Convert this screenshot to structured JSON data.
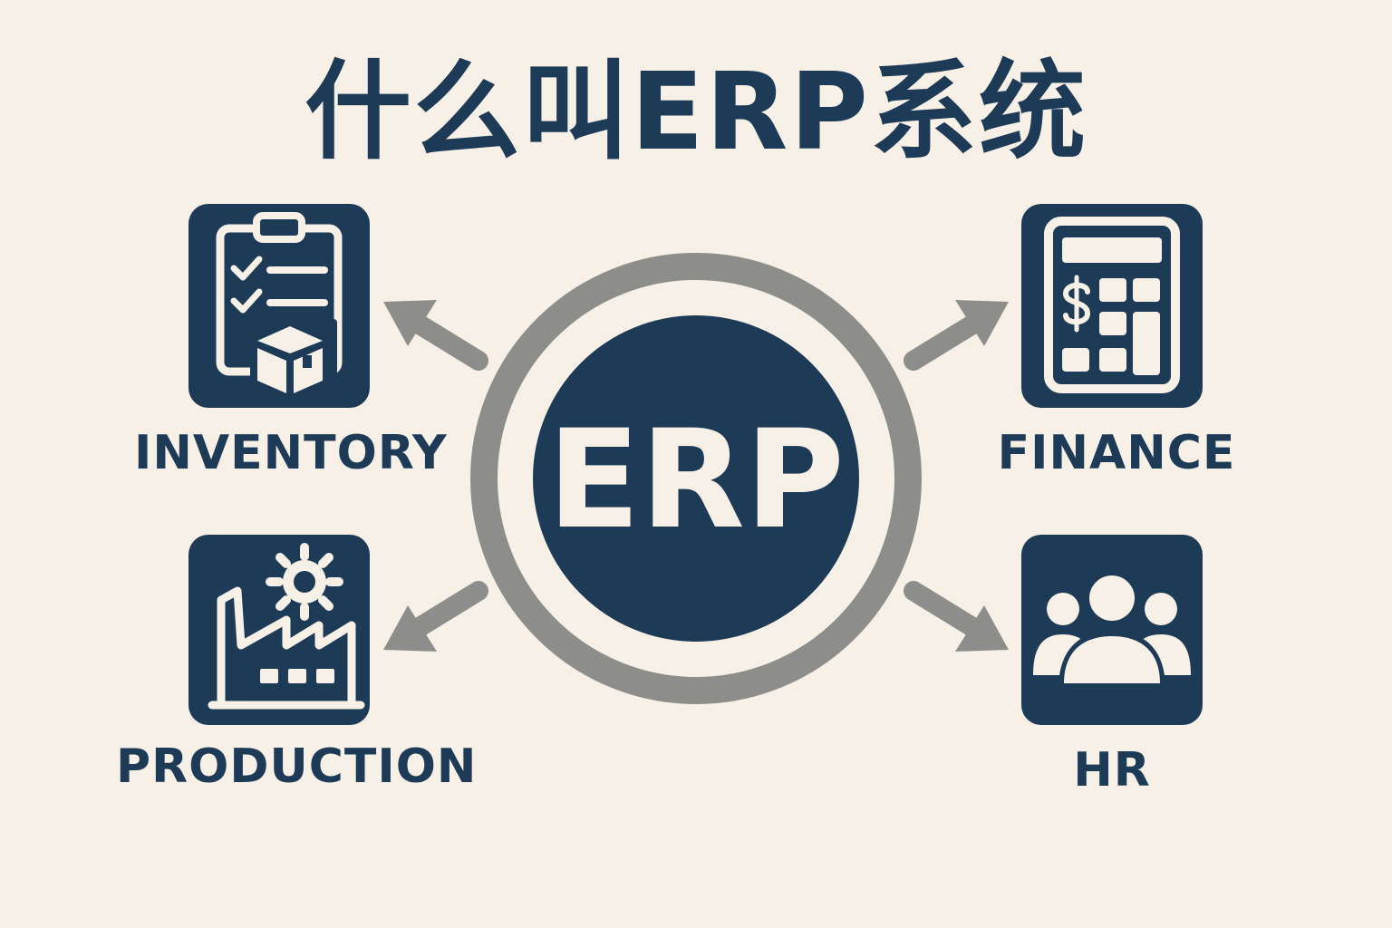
{
  "title": "什么叫ERP系统",
  "center": {
    "label": "ERP"
  },
  "modules": {
    "inventory": {
      "label": "INVENTORY",
      "icon": "clipboard-box-icon"
    },
    "finance": {
      "label": "FINANCE",
      "icon": "calculator-icon"
    },
    "production": {
      "label": "PRODUCTION",
      "icon": "factory-gear-icon"
    },
    "hr": {
      "label": "HR",
      "icon": "people-group-icon"
    }
  },
  "colors": {
    "primary": "#1d3a57",
    "ring": "#8d8d8b",
    "background": "#f6f0e6"
  }
}
